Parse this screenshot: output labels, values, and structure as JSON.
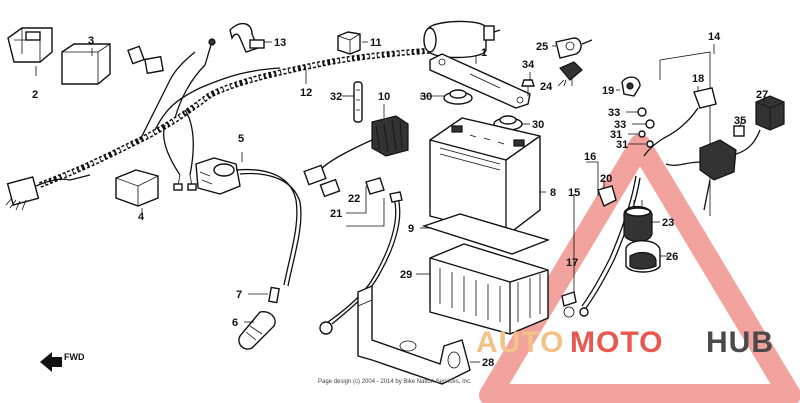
{
  "diagram": {
    "callouts": [
      {
        "id": "1",
        "label": "1"
      },
      {
        "id": "2",
        "label": "2"
      },
      {
        "id": "3",
        "label": "3"
      },
      {
        "id": "4",
        "label": "4"
      },
      {
        "id": "5",
        "label": "5"
      },
      {
        "id": "6",
        "label": "6"
      },
      {
        "id": "7",
        "label": "7"
      },
      {
        "id": "8",
        "label": "8"
      },
      {
        "id": "9",
        "label": "9"
      },
      {
        "id": "10",
        "label": "10"
      },
      {
        "id": "11",
        "label": "11"
      },
      {
        "id": "12",
        "label": "12"
      },
      {
        "id": "13",
        "label": "13"
      },
      {
        "id": "14",
        "label": "14"
      },
      {
        "id": "15",
        "label": "15"
      },
      {
        "id": "16",
        "label": "16"
      },
      {
        "id": "17",
        "label": "17"
      },
      {
        "id": "18",
        "label": "18"
      },
      {
        "id": "19",
        "label": "19"
      },
      {
        "id": "20",
        "label": "20"
      },
      {
        "id": "21",
        "label": "21"
      },
      {
        "id": "22",
        "label": "22"
      },
      {
        "id": "23",
        "label": "23"
      },
      {
        "id": "24",
        "label": "24"
      },
      {
        "id": "25",
        "label": "25"
      },
      {
        "id": "26",
        "label": "26"
      },
      {
        "id": "27",
        "label": "27"
      },
      {
        "id": "28",
        "label": "28"
      },
      {
        "id": "29",
        "label": "29"
      },
      {
        "id": "30a",
        "label": "30"
      },
      {
        "id": "30b",
        "label": "30"
      },
      {
        "id": "31a",
        "label": "31"
      },
      {
        "id": "31b",
        "label": "31"
      },
      {
        "id": "32",
        "label": "32"
      },
      {
        "id": "33a",
        "label": "33"
      },
      {
        "id": "33b",
        "label": "33"
      },
      {
        "id": "34",
        "label": "34"
      },
      {
        "id": "35",
        "label": "35"
      }
    ],
    "fwd_label": "FWD",
    "copyright": "Page design (c) 2004 - 2014 by Bike Nation Services, Inc."
  },
  "watermark": {
    "part1": "AUTO",
    "part2": "MOTO",
    "part3": "HUB",
    "color_primary": "#e8584f",
    "color_secondary": "#f2c289",
    "color_dark": "#4a4a4a"
  }
}
